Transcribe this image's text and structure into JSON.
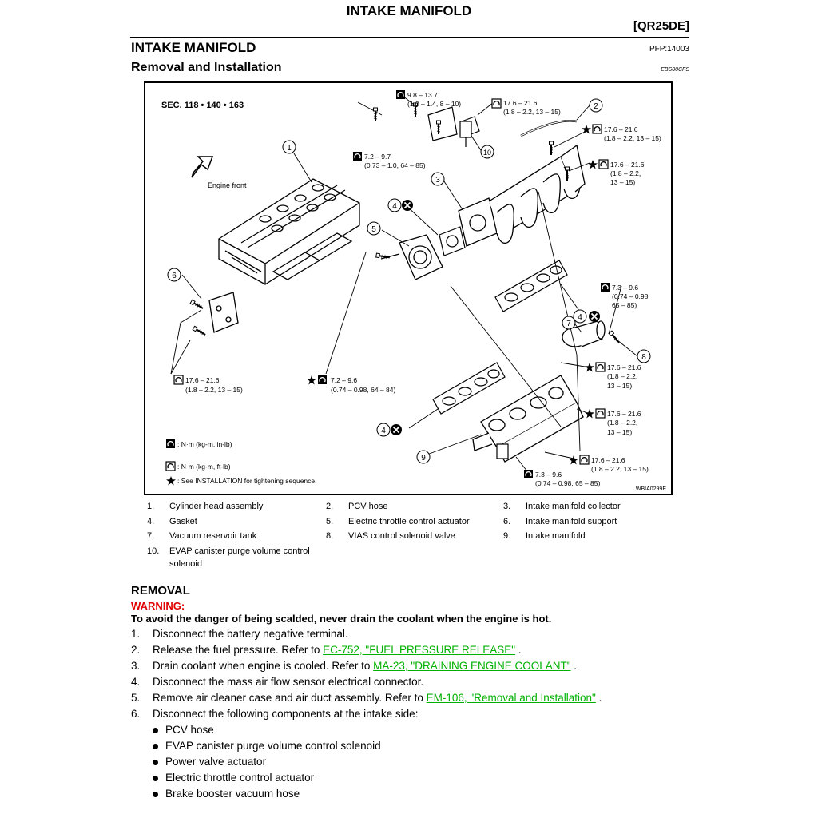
{
  "header": {
    "title": "INTAKE MANIFOLD",
    "engine_code": "[QR25DE]"
  },
  "section": {
    "title": "INTAKE MANIFOLD",
    "pfp": "PFP:14003"
  },
  "subsection": {
    "title": "Removal and Installation",
    "ref_code": "EBS00CFS"
  },
  "diagram": {
    "sec_label": "SEC. 118 • 140 • 163",
    "engine_front": "Engine front",
    "image_code": "WBIA0299E",
    "torque_callouts": [
      {
        "value": "9.8 – 13.7",
        "detail": "(1.0 – 1.4, 8 – 10)"
      },
      {
        "value": "17.6 – 21.6",
        "detail": "(1.8 – 2.2, 13 – 15)"
      },
      {
        "value": "17.6 – 21.6",
        "detail": "(1.8 – 2.2, 13 – 15)"
      },
      {
        "value": "7.2 – 9.7",
        "detail": "(0.73 – 1.0, 64 – 85)"
      },
      {
        "value": "17.6 – 21.6",
        "detail": "(1.8 – 2.2,",
        "detail2": "13 – 15)"
      },
      {
        "value": "7.3 – 9.6",
        "detail": "(0.74 – 0.98,",
        "detail2": "65 – 85)"
      },
      {
        "value": "17.6 – 21.6",
        "detail": "(1.8 – 2.2, 13 – 15)"
      },
      {
        "value": "7.2 – 9.6",
        "detail": "(0.74 – 0.98, 64 – 84)"
      },
      {
        "value": "17.6 – 21.6",
        "detail": "(1.8 – 2.2,",
        "detail2": "13 – 15)"
      },
      {
        "value": "17.6 – 21.6",
        "detail": "(1.8 – 2.2,",
        "detail2": "13 – 15)"
      },
      {
        "value": "17.6 – 21.6",
        "detail": "(1.8 – 2.2, 13 – 15)"
      },
      {
        "value": "7.3 – 9.6",
        "detail": "(0.74 – 0.98, 65 – 85)"
      }
    ],
    "legend": [
      ": N·m (kg-m, in-lb)",
      ": N·m (kg-m, ft-lb)",
      ": See INSTALLATION for tightening sequence."
    ],
    "callout_numbers": [
      "1",
      "2",
      "3",
      "4",
      "5",
      "6",
      "7",
      "8",
      "9",
      "10",
      "4",
      "4"
    ]
  },
  "parts": [
    {
      "num": "1.",
      "name": "Cylinder head assembly"
    },
    {
      "num": "2.",
      "name": "PCV hose"
    },
    {
      "num": "3.",
      "name": "Intake manifold collector"
    },
    {
      "num": "4.",
      "name": "Gasket"
    },
    {
      "num": "5.",
      "name": "Electric throttle control actuator"
    },
    {
      "num": "6.",
      "name": "Intake manifold support"
    },
    {
      "num": "7.",
      "name": "Vacuum reservoir tank"
    },
    {
      "num": "8.",
      "name": "VIAS control solenoid valve"
    },
    {
      "num": "9.",
      "name": "Intake manifold"
    },
    {
      "num": "10.",
      "name": "EVAP canister purge volume control",
      "name2": "solenoid"
    }
  ],
  "removal": {
    "heading": "REMOVAL",
    "warning_label": "WARNING:",
    "warning_text": "To avoid the danger of being scalded, never drain the coolant when the engine is hot.",
    "steps": [
      {
        "num": "1.",
        "text": "Disconnect the battery negative terminal."
      },
      {
        "num": "2.",
        "text": "Release the fuel pressure. Refer to ",
        "link": "EC-752, \"FUEL PRESSURE RELEASE\"",
        "after": " ."
      },
      {
        "num": "3.",
        "text": "Drain coolant when engine is cooled. Refer to ",
        "link": "MA-23, \"DRAINING ENGINE COOLANT\"",
        "after": " ."
      },
      {
        "num": "4.",
        "text": "Disconnect the mass air flow sensor electrical connector."
      },
      {
        "num": "5.",
        "text": "Remove air cleaner case and air duct assembly. Refer to ",
        "link": "EM-106, \"Removal and Installation\"",
        "after": " ."
      },
      {
        "num": "6.",
        "text": "Disconnect the following components at the intake side:"
      }
    ],
    "bullets": [
      "PCV hose",
      "EVAP canister purge volume control solenoid",
      "Power valve actuator",
      "Electric throttle control actuator",
      "Brake booster vacuum hose"
    ]
  }
}
